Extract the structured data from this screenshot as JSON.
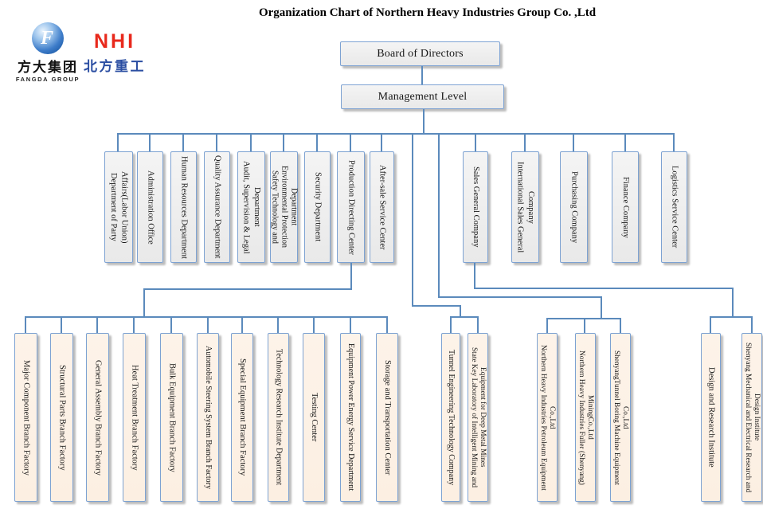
{
  "title": "Organization Chart of Northern Heavy Industries  Group Co. ,Ltd",
  "logos": {
    "fangda": {
      "symbol": "F",
      "cn": "方大集团",
      "en": "FANGDA GROUP"
    },
    "nhi": {
      "en": "NHI",
      "cn": "北方重工"
    }
  },
  "top": {
    "board": "Board of Directors",
    "management": "Management Level"
  },
  "departments": [
    "Department of Party Affairs(Labor Union)",
    "Administration Office",
    "Human Resources Department",
    "Quality Assurance Department",
    "Audit, Supervision & Legal Department",
    "Safety Technology and Environmental Protection Department",
    "Security Department",
    "Production Directing Center",
    "After-sale Service Center",
    "Sales General Company",
    "International Sales General Company",
    "Purchasing Company",
    "Finance Company",
    "Logistics Service Center"
  ],
  "production_units": [
    "Major Component Branch Factory",
    "Structural Parts Branch Factory",
    "General Assembly Branch Factory",
    "Heat Treatment Branch Factory",
    "Bulk Equipment Branch Factory",
    "Automobile Steering System Branch Factory",
    "Special Equipment Branch Factory",
    "Technology Research Institute Department",
    "Testing Center",
    "Equipment Power Energy Service Department",
    "Storage and Transportation Center"
  ],
  "mining_units": [
    "Tunnel Engineering Technology Company",
    "State Key Laboratory of Intelligent Mining and Equipment for Deep Metal Mines"
  ],
  "subsidiaries": [
    "Northern Heavy Industries Petroleum Equipment Co.,Ltd",
    "Northern Heavy Industries Fuller (Shenyang) MiningCo.,Ltd",
    "ShenyangTunnel Boring Machine Equipment Co.,Ltd"
  ],
  "institutes": [
    "Design and Research Institute",
    "Shenyang Mechanical and Electrical Research and Design Institute"
  ],
  "colors": {
    "connector_blue": "#5b8abc",
    "box_border_blue": "#7da2d2",
    "department_fill": "#ededed",
    "factory_fill": "#fdf0e4",
    "nhi_red": "#e8291c",
    "nhi_blue": "#2b4ea2",
    "fangda_blue": "#0d4a94"
  }
}
